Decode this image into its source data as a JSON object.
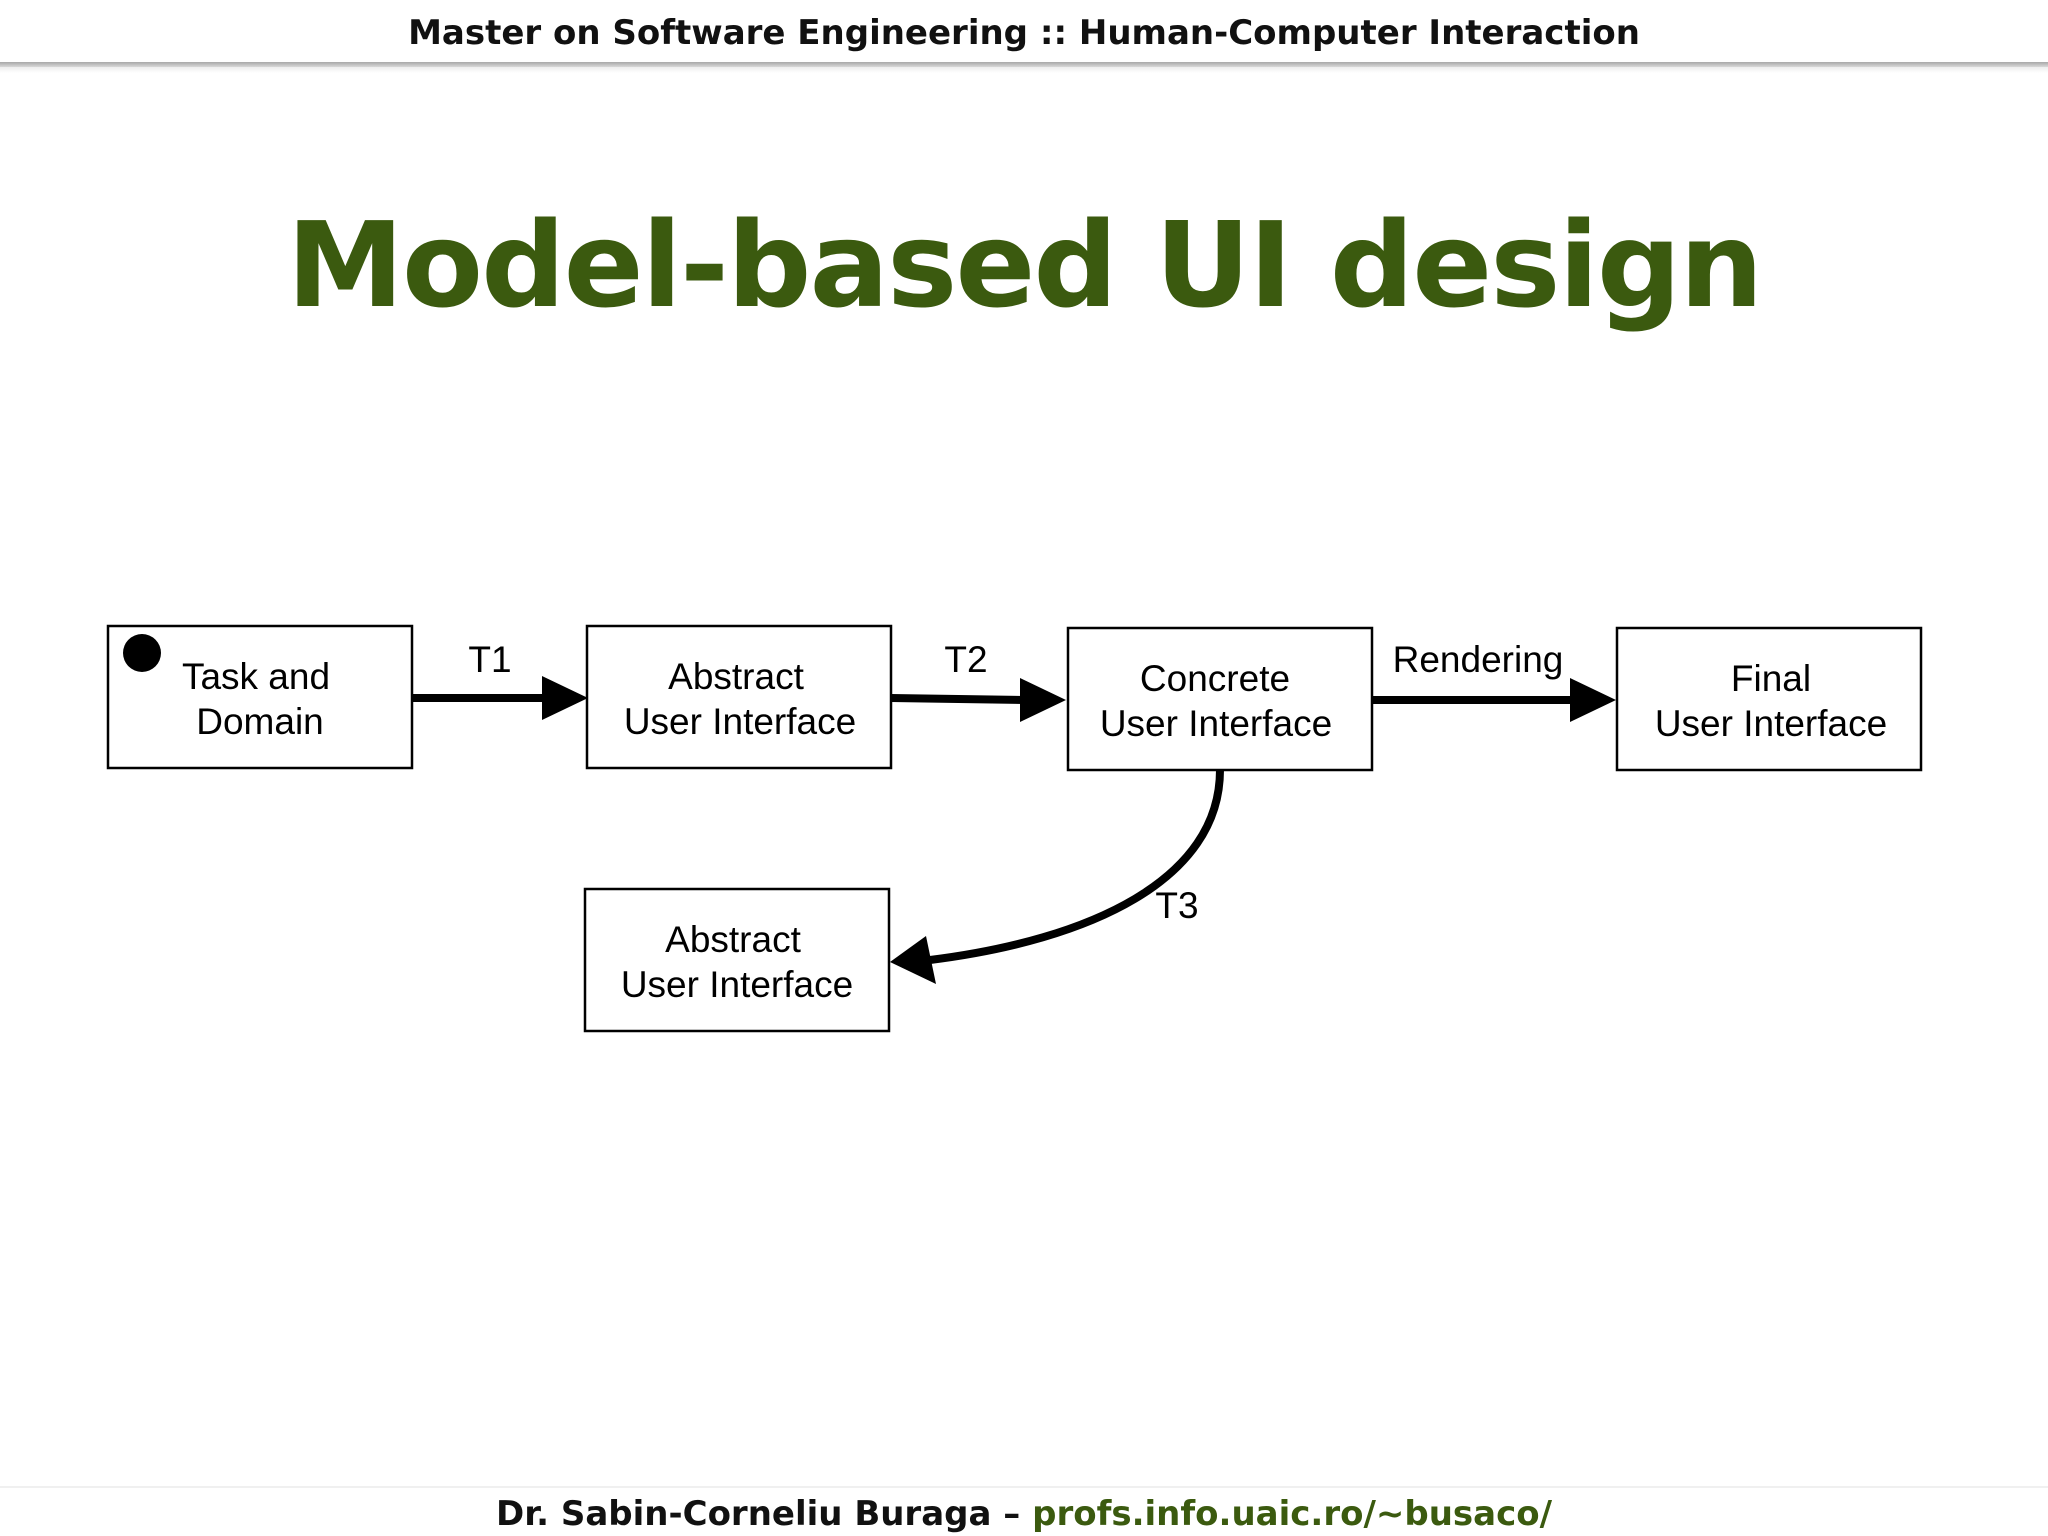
{
  "header": {
    "text": "Master on Software Engineering :: Human-Computer Interaction"
  },
  "slide": {
    "title": "Model-based UI design"
  },
  "diagram": {
    "nodes": {
      "task_domain": {
        "line1": "Task and",
        "line2": "Domain"
      },
      "abstract_ui": {
        "line1": "Abstract",
        "line2": "User Interface"
      },
      "concrete_ui": {
        "line1": "Concrete",
        "line2": "User Interface"
      },
      "final_ui": {
        "line1": "Final",
        "line2": "User Interface"
      },
      "abstract_ui_2": {
        "line1": "Abstract",
        "line2": "User Interface"
      }
    },
    "edges": {
      "t1": "T1",
      "t2": "T2",
      "rendering": "Rendering",
      "t3": "T3"
    }
  },
  "footer": {
    "author": "Dr. Sabin-Corneliu Buraga – ",
    "url": "profs.info.uaic.ro/~busaco/"
  },
  "colors": {
    "title": "#3b5a0f",
    "url": "#3b5a0f",
    "text": "#111111"
  }
}
